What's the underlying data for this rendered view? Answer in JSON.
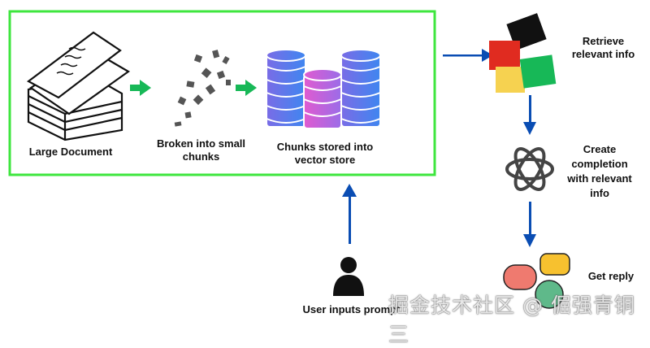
{
  "colors": {
    "box_border": "#3ee63e",
    "green_arrow": "#17b857",
    "blue_arrow": "#0a4db3"
  },
  "pipeline": {
    "large_document": "Large Document",
    "chunks_line1": "Broken into small",
    "chunks_line2": "chunks",
    "store_line1": "Chunks stored into",
    "store_line2": "vector store"
  },
  "user": {
    "label": "User inputs prompt"
  },
  "flow": {
    "retrieve_line1": "Retrieve",
    "retrieve_line2": "relevant info",
    "create_line1": "Create",
    "create_line2": "completion",
    "create_line3": "with relevant",
    "create_line4": "info",
    "reply": "Get reply"
  },
  "watermark": "掘金技术社区 @ 倔强青铜三"
}
